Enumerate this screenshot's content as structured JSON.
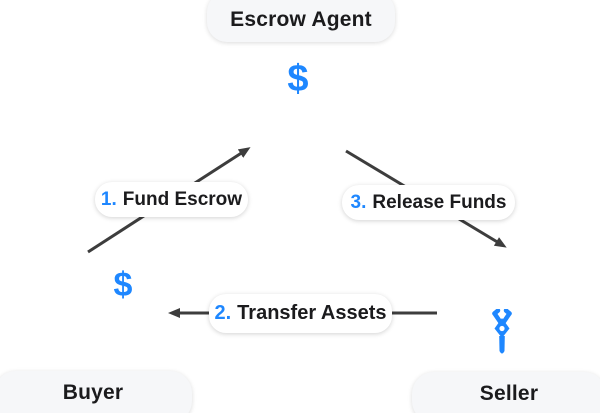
{
  "colors": {
    "accent_blue": "#1e87ff",
    "arrow_gray": "#3d3d3d",
    "text_dark": "#1b1b1d",
    "label_pill_bg": "#ffffff",
    "node_pill_bg": "#f6f7f9"
  },
  "diagram": {
    "nodes": [
      {
        "id": "escrow-agent",
        "label": "Escrow Agent",
        "icon": "dollar-sign-icon",
        "icon_glyph": "$"
      },
      {
        "id": "buyer",
        "label": "Buyer",
        "icon": "dollar-sign-icon",
        "icon_glyph": "$"
      },
      {
        "id": "seller",
        "label": "Seller",
        "icon": "key-icon"
      }
    ],
    "steps": [
      {
        "number": "1.",
        "label": "Fund Escrow",
        "from": "buyer",
        "to": "escrow-agent"
      },
      {
        "number": "2.",
        "label": "Transfer Assets",
        "from": "seller",
        "to": "buyer"
      },
      {
        "number": "3.",
        "label": "Release Funds",
        "from": "escrow-agent",
        "to": "seller"
      }
    ]
  }
}
